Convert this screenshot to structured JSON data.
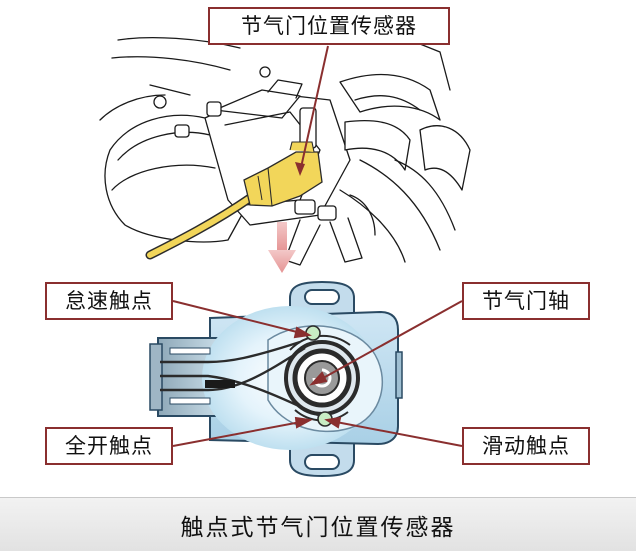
{
  "labels": {
    "top_title": "节气门位置传感器",
    "idle_contact": "怠速触点",
    "throttle_shaft": "节气门轴",
    "full_open_contact": "全开触点",
    "sliding_contact": "滑动触点"
  },
  "caption": "触点式节气门位置传感器"
}
